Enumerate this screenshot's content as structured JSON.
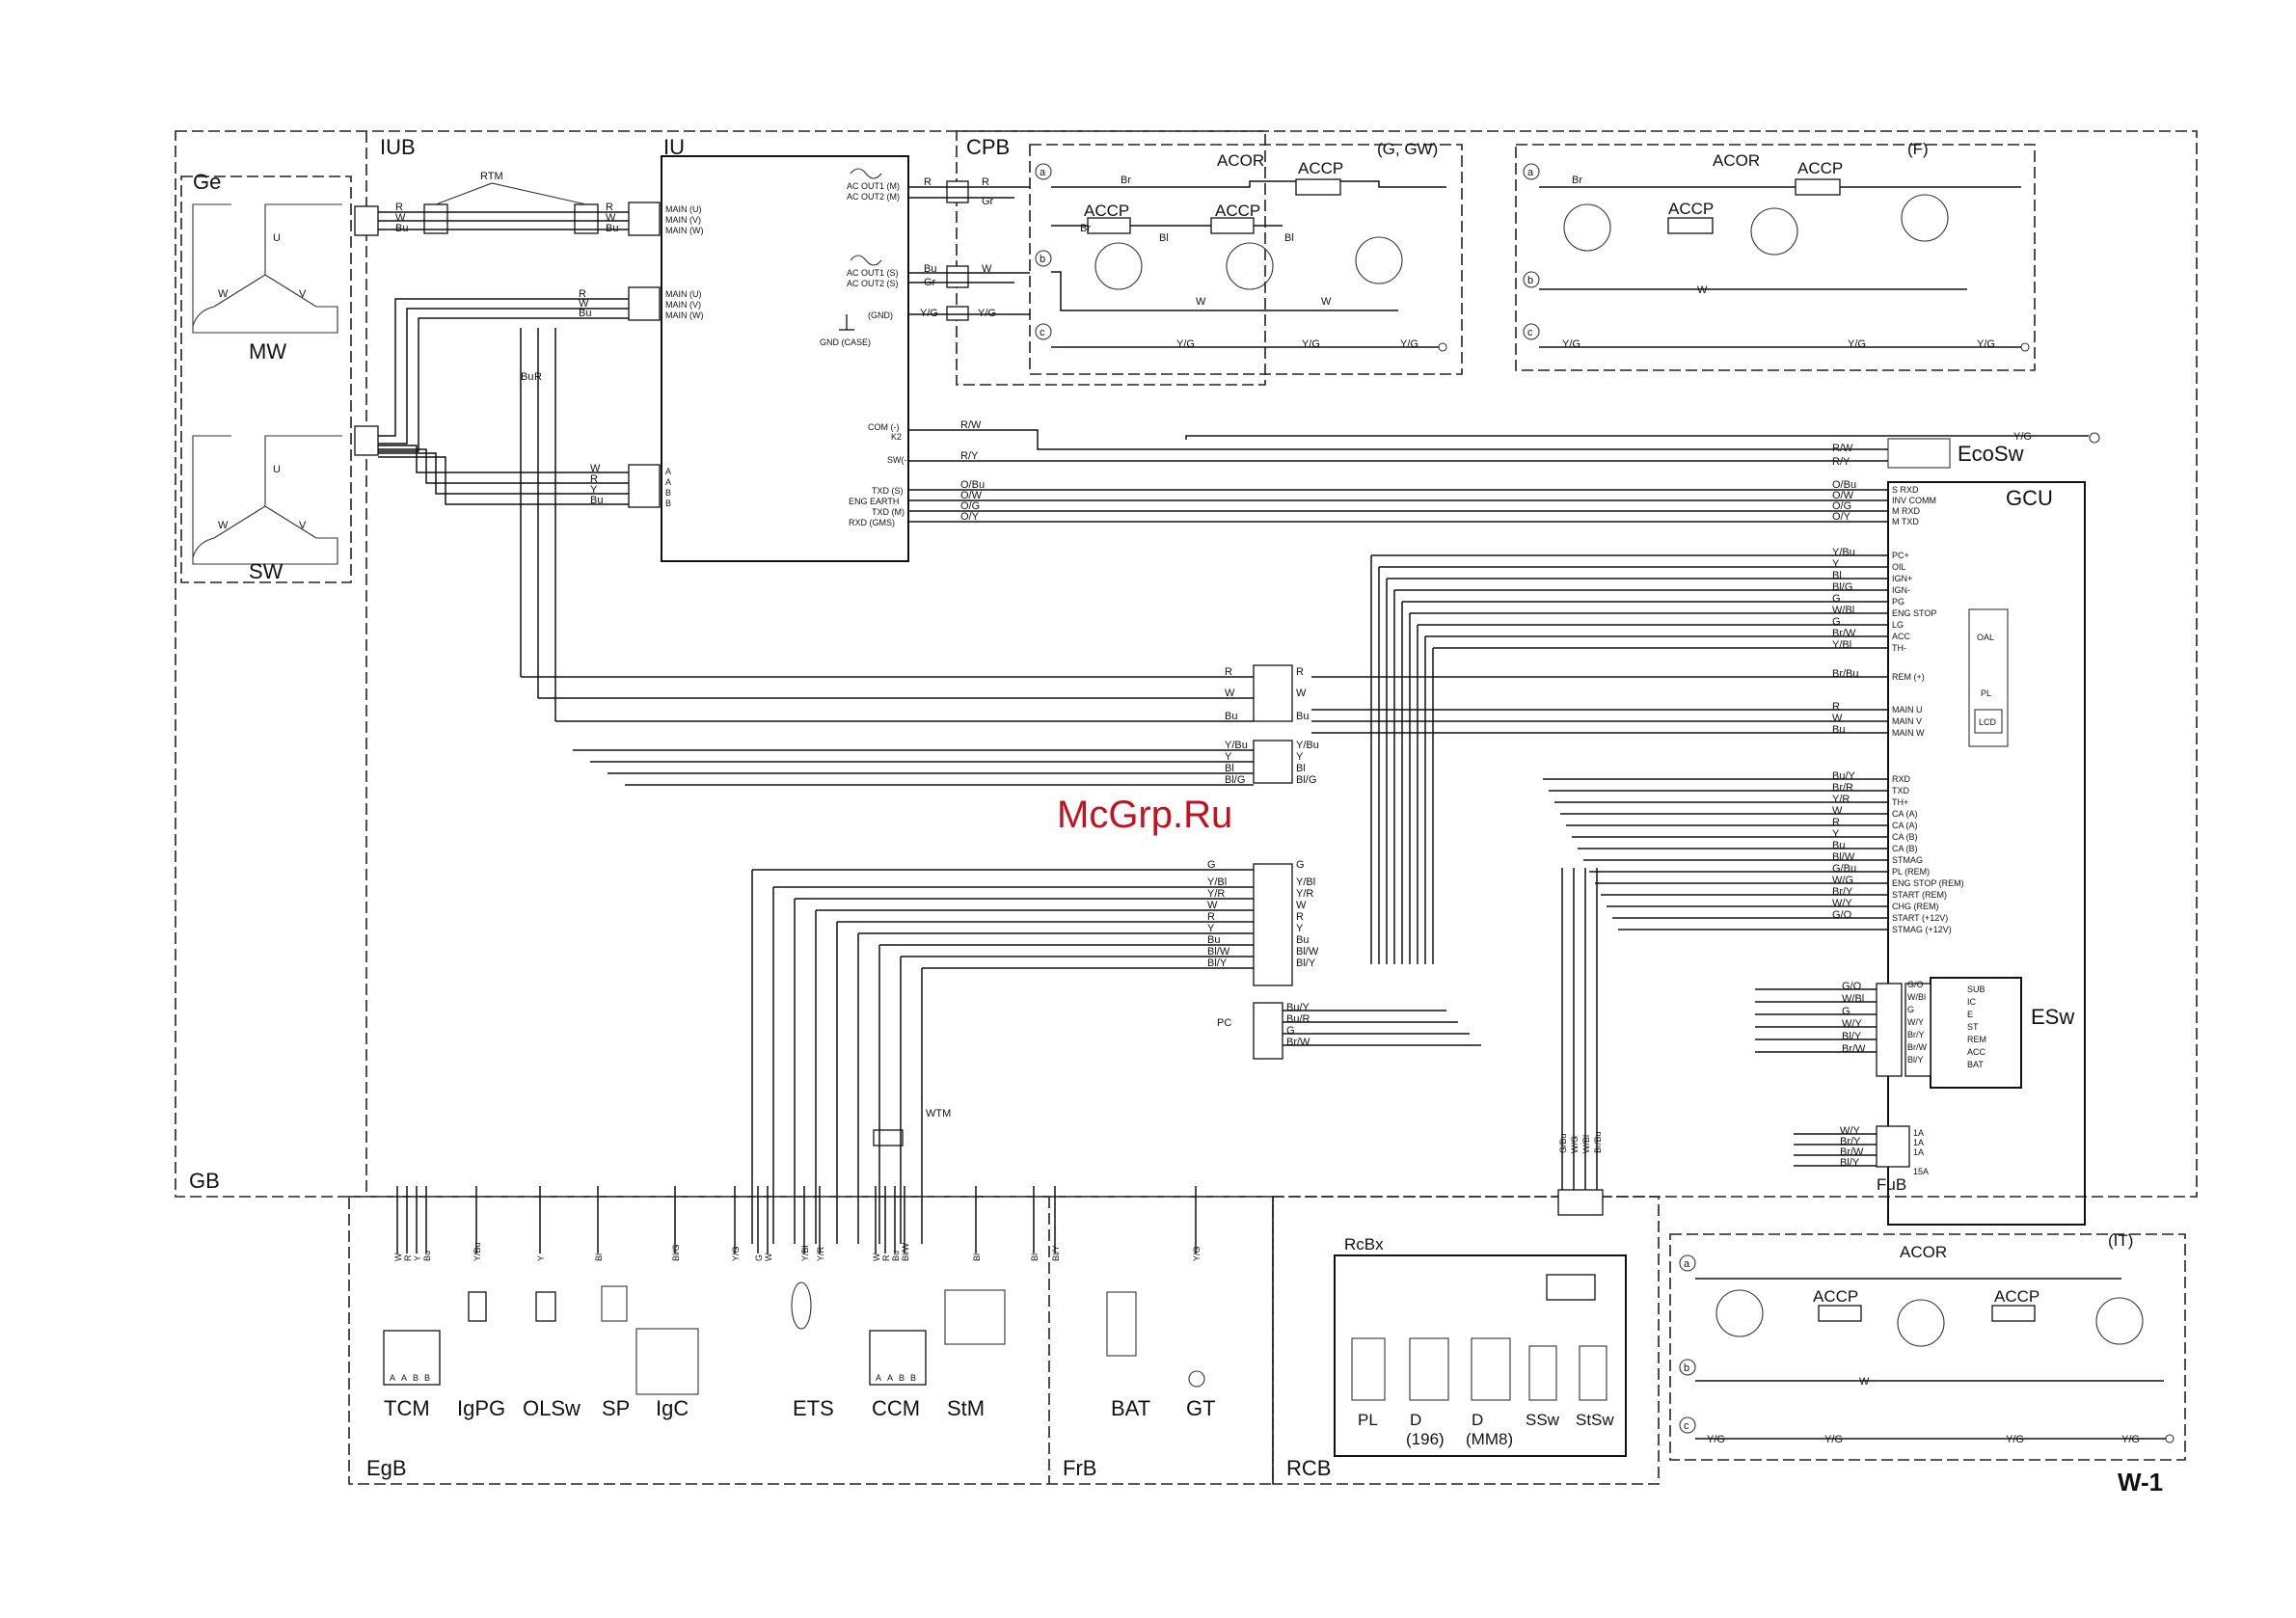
{
  "watermark": "McGrp.Ru",
  "page_label": "W-1",
  "blocks": {
    "GB": "GB",
    "IUB": "IUB",
    "IU": "IU",
    "CPB": "CPB",
    "EgB": "EgB",
    "FrB": "FrB",
    "RCB": "RCB",
    "RcBx": "RcBx",
    "Ge": "Ge",
    "GCU": "GCU",
    "MW": "MW",
    "SW": "SW",
    "EcoSw": "EcoSw",
    "ESw": "ESw",
    "FuB": "FuB",
    "PC": "PC",
    "RTM": "RTM",
    "WTM": "WTM"
  },
  "acor_panels": [
    {
      "title": "ACOR",
      "variant": "(G, GW)",
      "parts": [
        "ACCP",
        "ACCP",
        "ACCP"
      ]
    },
    {
      "title": "ACOR",
      "variant": "(F)",
      "parts": [
        "ACCP",
        "ACCP"
      ]
    },
    {
      "title": "ACOR",
      "variant": "(IT)",
      "parts": [
        "ACCP",
        "ACCP"
      ]
    }
  ],
  "abc_terms": [
    "a",
    "b",
    "c"
  ],
  "iu_terminals_top": [
    "MAIN (U)",
    "MAIN (V)",
    "MAIN (W)"
  ],
  "iu_terminals_mid": [
    "MAIN (U)",
    "MAIN (V)",
    "MAIN (W)"
  ],
  "iu_terminals_sub": [
    "A",
    "A",
    "B",
    "B"
  ],
  "iu_right": {
    "ac_out_1": [
      "AC OUT1 (M)",
      "AC OUT2 (M)"
    ],
    "ac_out_2": [
      "AC OUT1 (S)",
      "AC OUT2 (S)"
    ],
    "gnd": "(GND)",
    "gnd_case": "GND (CASE)",
    "com": [
      "COM (-)",
      "K2",
      "SW(-)"
    ],
    "comm": [
      "TXD (S)",
      "ENG EARTH",
      "TXD (M)",
      "RXD (GMS)"
    ]
  },
  "wire_colors": {
    "rwb": [
      "R",
      "W",
      "Bu"
    ],
    "cpb_top": [
      "R",
      "Gr"
    ],
    "cpb_mid": [
      "Bu",
      "Gr",
      "W"
    ],
    "cpb_gnd": [
      "Y/G",
      "Y/G"
    ],
    "eco": [
      "R/W",
      "R/Y"
    ],
    "gcu_top": [
      "O/Bu",
      "O/W",
      "O/G",
      "O/Y"
    ],
    "sub": [
      "W",
      "R",
      "Y",
      "Bu"
    ],
    "gcu_mid": [
      "Y/Bu",
      "Y",
      "Bl",
      "Bl/G",
      "G",
      "W/Bl",
      "G",
      "Br/W",
      "Y/Bl"
    ],
    "rem": [
      "Br/Bu",
      "R",
      "W",
      "Bu"
    ],
    "gcu_low": [
      "Bu/Y",
      "Br/R",
      "Y/R",
      "W",
      "R",
      "Y",
      "Bu",
      "Bl/W",
      "G/Bu",
      "W/G",
      "Br/Y",
      "W/Y",
      "G/O"
    ],
    "mid_conn": [
      "R",
      "W",
      "Bu",
      "Y/Bu",
      "Y",
      "Bl",
      "Bl/G"
    ],
    "low_conn": [
      "G",
      "Y/Bl",
      "Y/R",
      "W",
      "R",
      "Y",
      "Bu",
      "Bl/W",
      "Bl/Y"
    ],
    "pc_conn": [
      "Bu/Y",
      "Bu/R",
      "G",
      "Br/W"
    ],
    "esw_left": [
      "G/O",
      "W/Bl",
      "G",
      "W/Y",
      "Bl/Y",
      "Br/W"
    ],
    "esw_right": [
      "G/O",
      "W/Bl",
      "G",
      "W/Y",
      "Br/Y",
      "Br/W",
      "Bl/Y"
    ],
    "fub": [
      "W/Y",
      "Br/Y",
      "Br/W",
      "Bl/Y"
    ],
    "bottom": [
      "W",
      "R",
      "Y",
      "Bu",
      "Y/Bu",
      "Y",
      "Bl",
      "Bl/G",
      "Y/G",
      "G",
      "W",
      "Y/Bl",
      "Y/R",
      "W",
      "R",
      "Bu",
      "Bl/W",
      "Bl",
      "Bl",
      "Bl/Y",
      "Y/G"
    ],
    "rcb": [
      "G/Bu",
      "W/G",
      "W/Bl",
      "Br/Bu"
    ],
    "acor_wires": [
      "Br",
      "Bl",
      "W",
      "Y/G"
    ]
  },
  "gcu_pins": {
    "top": [
      "S RXD",
      "INV COMM",
      "M RXD",
      "M TXD"
    ],
    "mid": [
      "PC+",
      "OIL",
      "IGN+",
      "IGN-",
      "PG",
      "ENG STOP",
      "LG",
      "ACC",
      "TH-"
    ],
    "rem": [
      "REM (+)",
      "MAIN U",
      "MAIN V",
      "MAIN W"
    ],
    "low": [
      "RXD",
      "TXD",
      "TH+",
      "CA (A)",
      "CA (A)",
      "CA (B)",
      "CA (B)",
      "STMAG",
      "PL (REM)",
      "ENG STOP (REM)",
      "START (REM)",
      "CHG (REM)",
      "START (+12V)",
      "STMAG (+12V)"
    ],
    "indicators": [
      "OAL",
      "PL",
      "LCD"
    ]
  },
  "esw_pins": [
    "SUB",
    "IC",
    "E",
    "ST",
    "REM",
    "ACC",
    "BAT"
  ],
  "fuses": [
    "15A",
    "1A",
    "1A",
    "1A"
  ],
  "bottom_components": [
    "TCM",
    "IgPG",
    "OLSw",
    "SP",
    "IgC",
    "ETS",
    "CCM",
    "StM",
    "BAT",
    "GT"
  ],
  "tcm_pins": [
    "A",
    "A",
    "B",
    "B"
  ],
  "ccm_pins": [
    "A",
    "A",
    "B",
    "B"
  ],
  "rcbx_components": [
    "PL",
    "D",
    "(196)",
    "D",
    "(MM8)",
    "SSw",
    "StSw"
  ]
}
